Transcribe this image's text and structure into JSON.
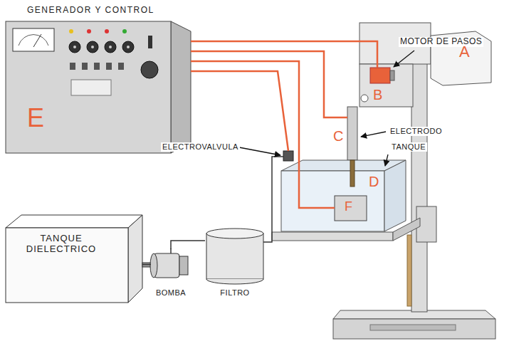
{
  "diagram": {
    "nodes": [
      {
        "text": [
          "GENERADOR Y CONTROL",
          "E"
        ]
      },
      {
        "text": [
          "TANQUE DIELECTRICO"
        ]
      },
      {
        "text": [
          "BOMBA"
        ]
      },
      {
        "text": [
          "FILTRO"
        ]
      }
    ],
    "edges": [
      {
        "from": 1,
        "to": 2,
        "arrow": "none"
      },
      {
        "from": 2,
        "to": 3,
        "arrow": "none"
      }
    ],
    "labels": [
      "MOTOR DE PASOS",
      "A",
      "B",
      "C",
      "D",
      "F",
      "ELECTROVALVULA",
      "ELECTRODO",
      "TANQUE"
    ]
  }
}
